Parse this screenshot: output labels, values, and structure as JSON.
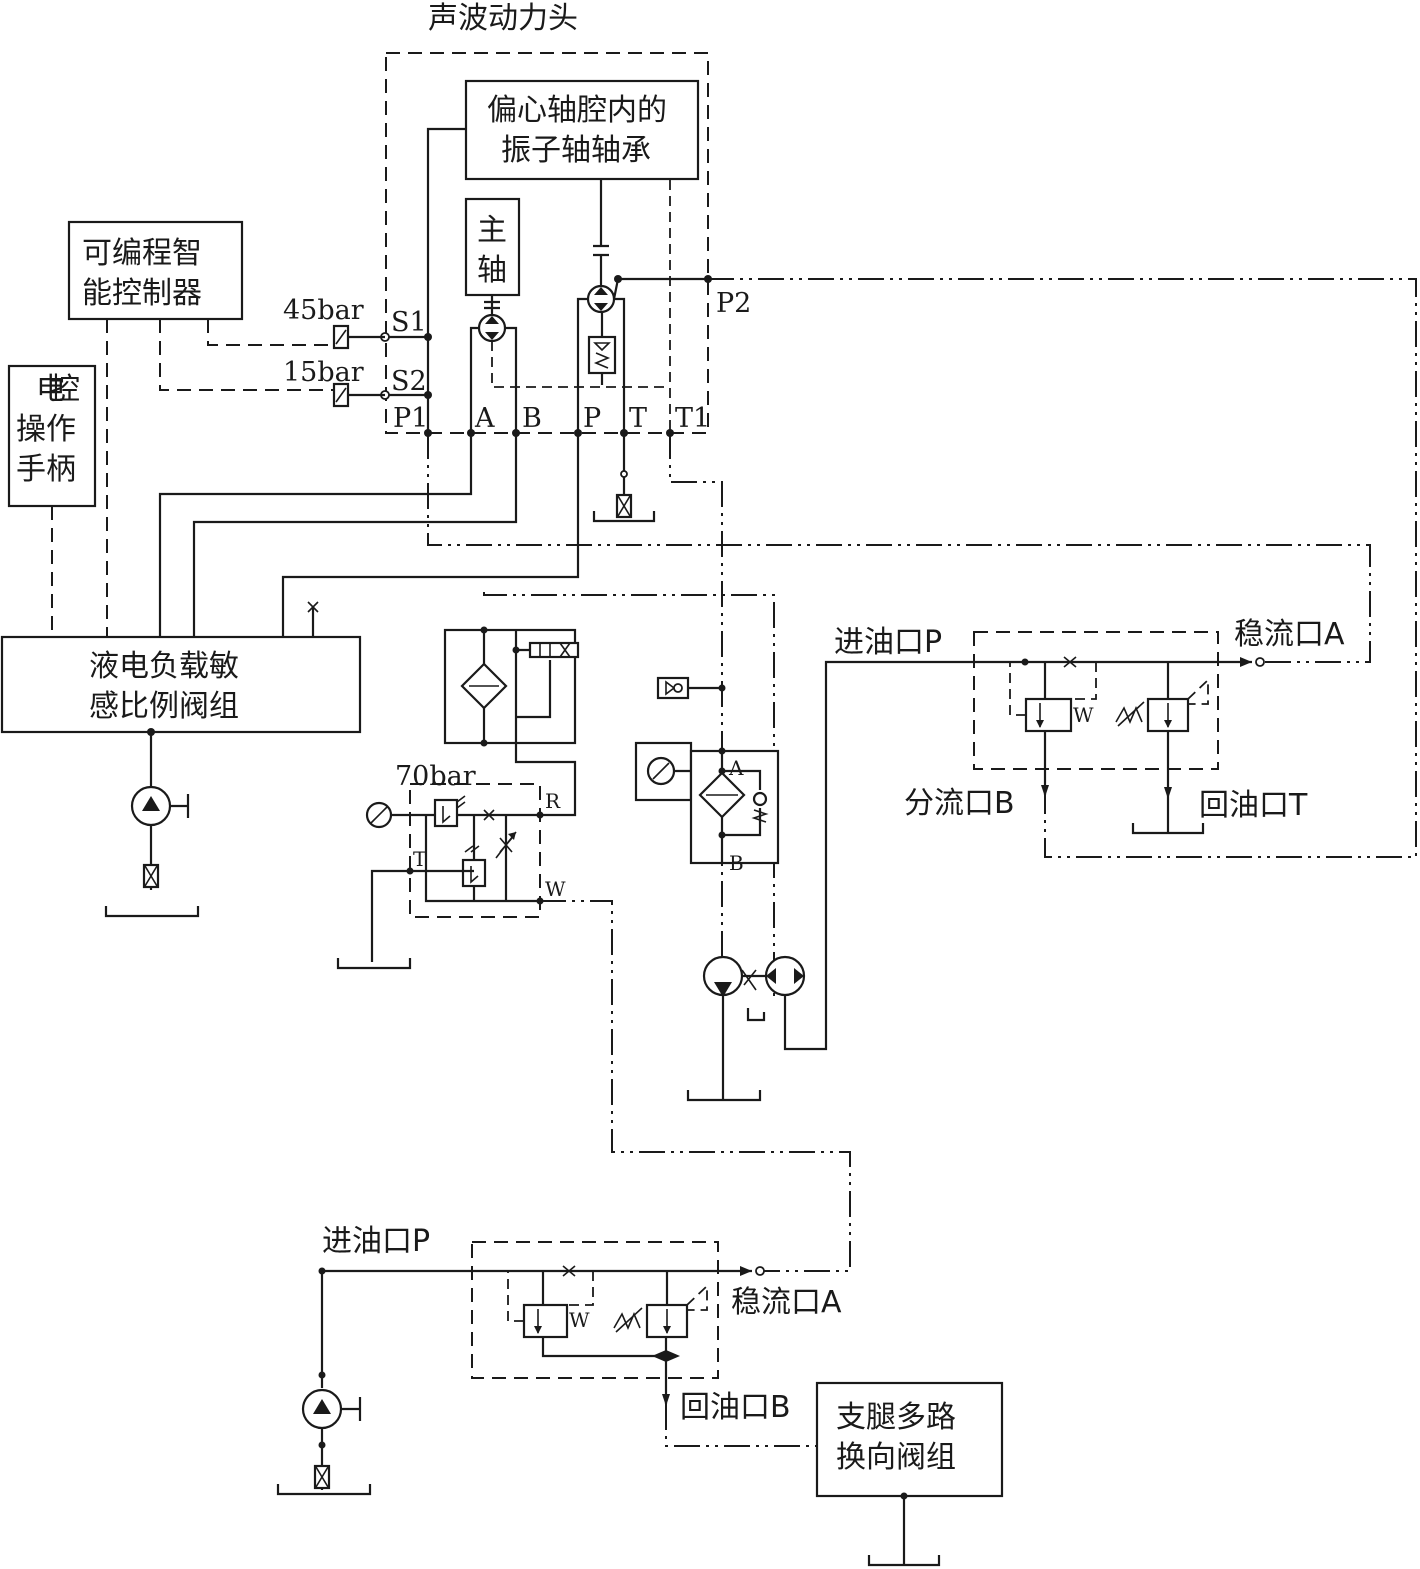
{
  "labels": {
    "power_head": "声波动力头",
    "eccentric_1": "偏心轴腔内的",
    "eccentric_2": "振子轴轴承",
    "spindle_1": "主",
    "spindle_2": "轴",
    "controller_1": "可编程智",
    "controller_2": "能控制器",
    "handle_1": "电",
    "handle_2": "控",
    "handle_3": "操作",
    "handle_4": "手柄",
    "valve_group_1": "液电负载敏",
    "valve_group_2": "感比例阀组",
    "leg_valve_1": "支腿多路",
    "leg_valve_2": "换向阀组"
  },
  "pressures": {
    "p45": "45bar",
    "p15": "15bar",
    "p70": "70bar"
  },
  "ports": {
    "s1": "S1",
    "s2": "S2",
    "p1": "P1",
    "a": "A",
    "b": "B",
    "p": "P",
    "t": "T",
    "t1": "T1",
    "p2": "P2",
    "r": "R",
    "w": "W",
    "t_small": "T",
    "filt_a": "A",
    "filt_b": "B",
    "w_valve1": "W",
    "w_valve2": "W"
  },
  "flow_valve_1": {
    "inlet": "进油口P",
    "steady": "稳流口A",
    "split": "分流口B",
    "return": "回油口T"
  },
  "flow_valve_2": {
    "inlet": "进油口P",
    "steady": "稳流口A",
    "return": "回油口B"
  }
}
